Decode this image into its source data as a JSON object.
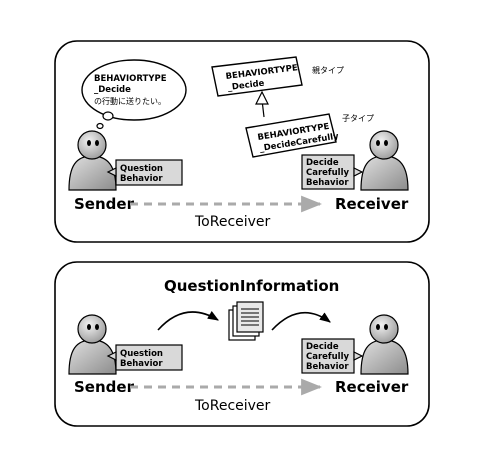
{
  "top_panel": {
    "thought_bubble": {
      "line1": "BEHAVIORTYPE",
      "line2": "_Decide",
      "line3": "の行動に送りたい。"
    },
    "parent_type": {
      "line1": "BEHAVIORTYPE",
      "line2": "_Decide",
      "label": "親タイプ"
    },
    "child_type": {
      "line1": "BEHAVIORTYPE",
      "line2": "_DecideCarefully",
      "label": "子タイプ"
    },
    "sender_label": "Sender",
    "receiver_label": "Receiver",
    "arrow_label": "ToReceiver",
    "sender_note": {
      "line1": "Question",
      "line2": "Behavior"
    },
    "receiver_note": {
      "line1": "Decide",
      "line2": "Carefully",
      "line3": "Behavior"
    }
  },
  "bottom_panel": {
    "title": "QuestionInformation",
    "sender_label": "Sender",
    "receiver_label": "Receiver",
    "arrow_label": "ToReceiver",
    "sender_note": {
      "line1": "Question",
      "line2": "Behavior"
    },
    "receiver_note": {
      "line1": "Decide",
      "line2": "Carefully",
      "line3": "Behavior"
    }
  }
}
